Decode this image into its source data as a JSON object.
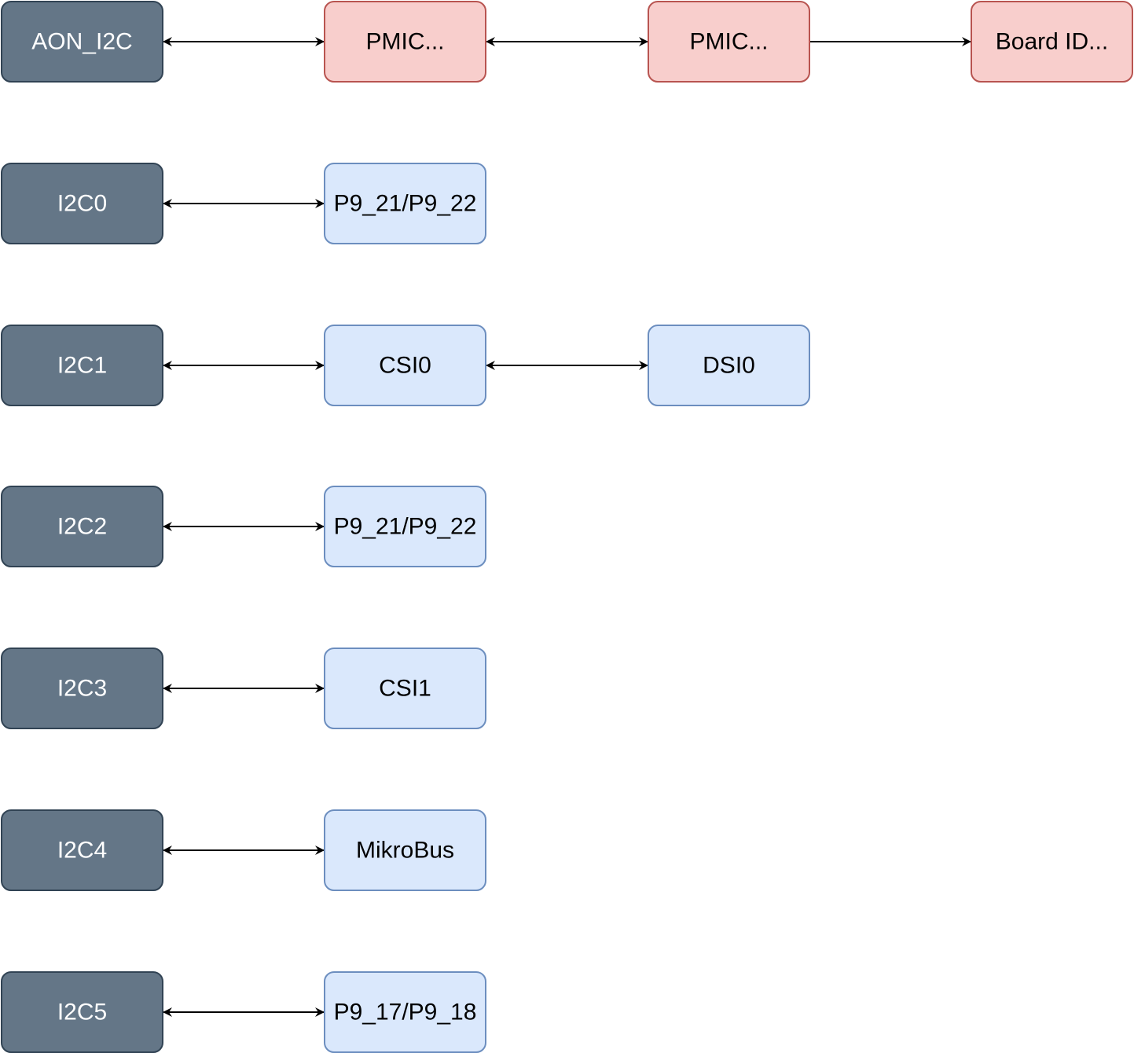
{
  "colors": {
    "controller_fill": "#647687",
    "controller_stroke": "#314354",
    "controller_text": "#ffffff",
    "pmic_fill": "#f8cecc",
    "pmic_stroke": "#b85450",
    "device_fill": "#dae8fc",
    "device_stroke": "#6c8ebf",
    "device_text": "#000000",
    "edge": "#000000"
  },
  "rows": [
    {
      "controller": "AON_I2C",
      "devices": [
        {
          "label": "PMIC...",
          "kind": "pmic"
        },
        {
          "label": "PMIC...",
          "kind": "pmic"
        },
        {
          "label": "Board ID...",
          "kind": "pmic"
        }
      ],
      "edges": [
        "both",
        "both",
        "forward"
      ]
    },
    {
      "controller": "I2C0",
      "devices": [
        {
          "label": "P9_21/P9_22",
          "kind": "device"
        }
      ],
      "edges": [
        "both"
      ]
    },
    {
      "controller": "I2C1",
      "devices": [
        {
          "label": "CSI0",
          "kind": "device"
        },
        {
          "label": "DSI0",
          "kind": "device"
        }
      ],
      "edges": [
        "both",
        "both"
      ]
    },
    {
      "controller": "I2C2",
      "devices": [
        {
          "label": "P9_21/P9_22",
          "kind": "device"
        }
      ],
      "edges": [
        "both"
      ]
    },
    {
      "controller": "I2C3",
      "devices": [
        {
          "label": "CSI1",
          "kind": "device"
        }
      ],
      "edges": [
        "both"
      ]
    },
    {
      "controller": "I2C4",
      "devices": [
        {
          "label": "MikroBus",
          "kind": "device"
        }
      ],
      "edges": [
        "both"
      ]
    },
    {
      "controller": "I2C5",
      "devices": [
        {
          "label": "P9_17/P9_18",
          "kind": "device"
        }
      ],
      "edges": [
        "both"
      ]
    }
  ]
}
